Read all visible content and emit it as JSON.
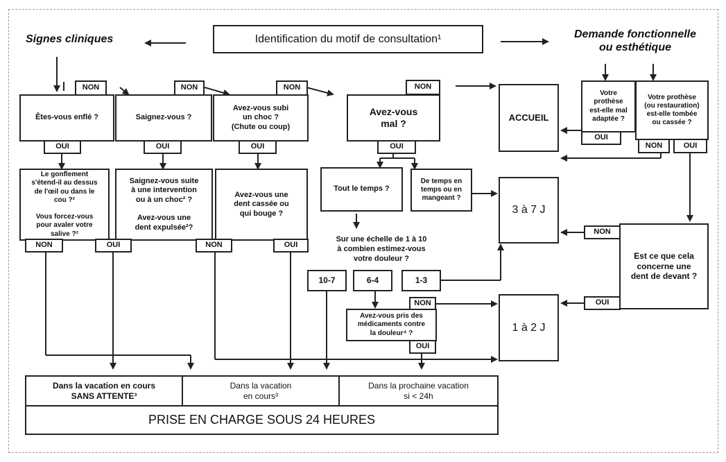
{
  "header": {
    "title": "Identification du motif de consultation¹",
    "left_label": "Signes cliniques",
    "right_label": "Demande fonctionnelle\nou esthétique"
  },
  "questions": {
    "enfle": "Êtes-vous enflé ?",
    "saignez": "Saignez-vous ?",
    "choc": "Avez-vous subi\nun choc ?\n(Chute ou coup)",
    "mal": "Avez-vous\nmal ?",
    "prothese_adaptee": "Votre\nprothèse\nest-elle mal\nadaptée ?",
    "prothese_tombee": "Votre prothèse\n(ou restauration)\nest-elle tombée\nou cassée ?",
    "gonflement": "Le gonflement\ns'étend-il au dessus\nde l'œil ou dans le\ncou ?²\n\nVous forcez-vous\npour avaler votre\nsalive ?²",
    "saignez_suite": "Saignez-vous suite\nà une intervention\nou à un choc² ?\n\nAvez-vous une\ndent expulsée²?",
    "dent_cassee": "Avez-vous une\ndent cassée ou\nqui bouge ?",
    "tout_le_temps": "Tout le temps ?",
    "de_temps": "De temps en\ntemps ou en\nmangeant ?",
    "echelle": "Sur une échelle de 1 à 10\nà combien estimez-vous\nvotre douleur ?",
    "medicaments": "Avez-vous pris des\nmédicaments contre\nla douleur⁴ ?",
    "devant": "Est ce que cela\nconcerne une\ndent de devant ?"
  },
  "answers": {
    "non": "NON",
    "oui": "OUI"
  },
  "scale": {
    "high": "10-7",
    "mid": "6-4",
    "low": "1-3"
  },
  "outcomes": {
    "accueil": "ACCUEIL",
    "j37": "3 à 7 J",
    "j12": "1 à 2 J",
    "sans_attente": "Dans la vacation en cours\nSANS ATTENTE³",
    "en_cours": "Dans la vacation\nen cours³",
    "prochaine": "Dans la prochaine vacation\nsi < 24h",
    "prise_en_charge": "PRISE EN CHARGE SOUS 24 HEURES"
  }
}
